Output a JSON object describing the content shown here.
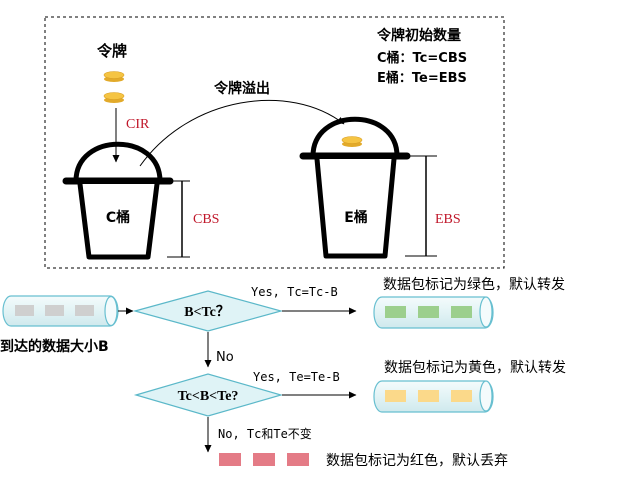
{
  "legend": {
    "title": "令牌初始数量",
    "c_line": "C桶：Tc=CBS",
    "e_line": "E桶：Te=EBS"
  },
  "tokens_label": "令牌",
  "cir_label": "CIR",
  "overflow_label": "令牌溢出",
  "c_bucket_label": "C桶",
  "e_bucket_label": "E桶",
  "cbs_label": "CBS",
  "ebs_label": "EBS",
  "arrival_label": "到达的数据大小B",
  "decision1": "B<Tc？",
  "decision1_yes": "Yes, Tc=Tc-B",
  "result_green": "数据包标记为绿色，默认转发",
  "no_label": "No",
  "decision2": "Tc<B<Te?",
  "decision2_yes": "Yes, Te=Te-B",
  "result_yellow": "数据包标记为黄色，默认转发",
  "decision2_no": "No, Tc和Te不变",
  "result_red": "数据包标记为红色，默认丢弃",
  "colors": {
    "token": "#f5c443",
    "green_block": "#9ccf8d",
    "yellow_block": "#fbd98a",
    "red_block": "#e47b86",
    "gray_block": "#cfcfcf",
    "pipe_fill": "#e3f2f4",
    "pipe_stroke": "#67bfd0",
    "decision_fill": "#dff3f6",
    "decision_stroke": "#5bb8c9",
    "label_red": "#c0172a"
  }
}
